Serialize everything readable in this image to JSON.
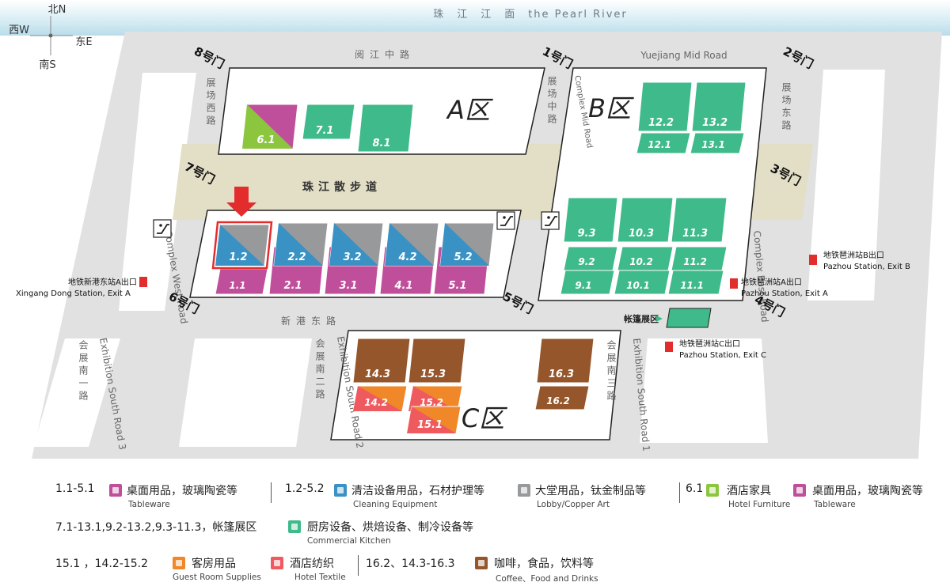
{
  "compass": {
    "north": "北N",
    "south": "南S",
    "east": "东E",
    "west": "西W"
  },
  "river": {
    "label": "珠　江　江　面　the Pearl River"
  },
  "roads": {
    "yuejiang_cn": "阅江中路",
    "yuejiang_en": "Yuejiang Mid Road",
    "xingang_cn": "新港东路",
    "west_cn": "展场西路",
    "west_en": "Complex West Road",
    "mid_cn": "展场中路",
    "mid_en": "Complex Mid Road",
    "east_cn": "展场东路",
    "east_en": "Complex East Road",
    "promenade": "珠江散步道",
    "south1_cn": "会展南一路",
    "south1_en": "Exhibition South Road 3",
    "south2_cn": "会展南二路",
    "south2_en": "Exhibition South Road 2",
    "south3_cn": "会展南三路",
    "south3_en": "Exhibition South Road 1"
  },
  "gates": {
    "g1": "1号门",
    "g2": "2号门",
    "g3": "3号门",
    "g4": "4号门",
    "g5": "5号门",
    "g6": "6号门",
    "g7": "7号门",
    "g8": "8号门"
  },
  "zones": {
    "a": "A区",
    "b": "B区",
    "c": "C区",
    "tent": "帐篷展区"
  },
  "stations": {
    "xingang_cn": "地铁新港东站A出口",
    "xingang_en": "Xingang Dong Station, Exit A",
    "pazhou_b_cn": "地铁琶洲站B出口",
    "pazhou_b_en": "Pazhou Station, Exit B",
    "pazhou_a_cn": "地铁琶洲站A出口",
    "pazhou_a_en": "Pazhou Station, Exit A",
    "pazhou_c_cn": "地铁琶洲站C出口",
    "pazhou_c_en": "Pazhou Station, Exit C"
  },
  "halls": {
    "h6_1": "6.1",
    "h7_1": "7.1",
    "h8_1": "8.1",
    "h12_2": "12.2",
    "h12_1": "12.1",
    "h13_2": "13.2",
    "h13_1": "13.1",
    "h1_2": "1.2",
    "h2_2": "2.2",
    "h3_2": "3.2",
    "h4_2": "4.2",
    "h5_2": "5.2",
    "h1_1": "1.1",
    "h2_1": "2.1",
    "h3_1": "3.1",
    "h4_1": "4.1",
    "h5_1": "5.1",
    "h9_3": "9.3",
    "h9_2": "9.2",
    "h9_1": "9.1",
    "h10_3": "10.3",
    "h10_2": "10.2",
    "h10_1": "10.1",
    "h11_3": "11.3",
    "h11_2": "11.2",
    "h11_1": "11.1",
    "h14_3": "14.3",
    "h14_2": "14.2",
    "h15_3": "15.3",
    "h15_2": "15.2",
    "h15_1": "15.1",
    "h16_3": "16.3",
    "h16_2": "16.2"
  },
  "colors": {
    "tableware": "#c04f9b",
    "cleaning": "#3a92c4",
    "lobby": "#98999b",
    "furniture": "#8cc63f",
    "kitchen": "#3fba8a",
    "guest": "#f0882a",
    "textile": "#ef5a5f",
    "coffee": "#94562a",
    "highlight": "#e32d2d"
  },
  "legend": {
    "row1": {
      "halls_a": "1.1-5.1",
      "tableware_cn": "桌面用品，玻璃陶瓷等",
      "tableware_en": "Tableware",
      "halls_b": "1.2-5.2",
      "cleaning_cn": "清洁设备用品，石材护理等",
      "cleaning_en": "Cleaning Equipment",
      "lobby_cn": "大堂用品，钛金制品等",
      "lobby_en": "Lobby/Copper Art",
      "halls_c": "6.1",
      "furniture_cn": "酒店家具",
      "furniture_en": "Hotel Furniture",
      "tableware2_cn": "桌面用品，玻璃陶瓷等",
      "tableware2_en": "Tableware"
    },
    "row2": {
      "halls": "7.1-13.1,9.2-13.2,9.3-11.3，帐篷展区",
      "kitchen_cn": "厨房设备、烘焙设备、制冷设备等",
      "kitchen_en": "Commercial Kitchen"
    },
    "row3": {
      "halls_a": "15.1 ，14.2-15.2",
      "guest_cn": "客房用品",
      "guest_en": "Guest Room Supplies",
      "textile_cn": "酒店纺织",
      "textile_en": "Hotel Textile",
      "halls_b": "16.2、14.3-16.3",
      "coffee_cn": "咖啡，食品，饮料等",
      "coffee_en": "Coffee、Food and Drinks"
    }
  }
}
